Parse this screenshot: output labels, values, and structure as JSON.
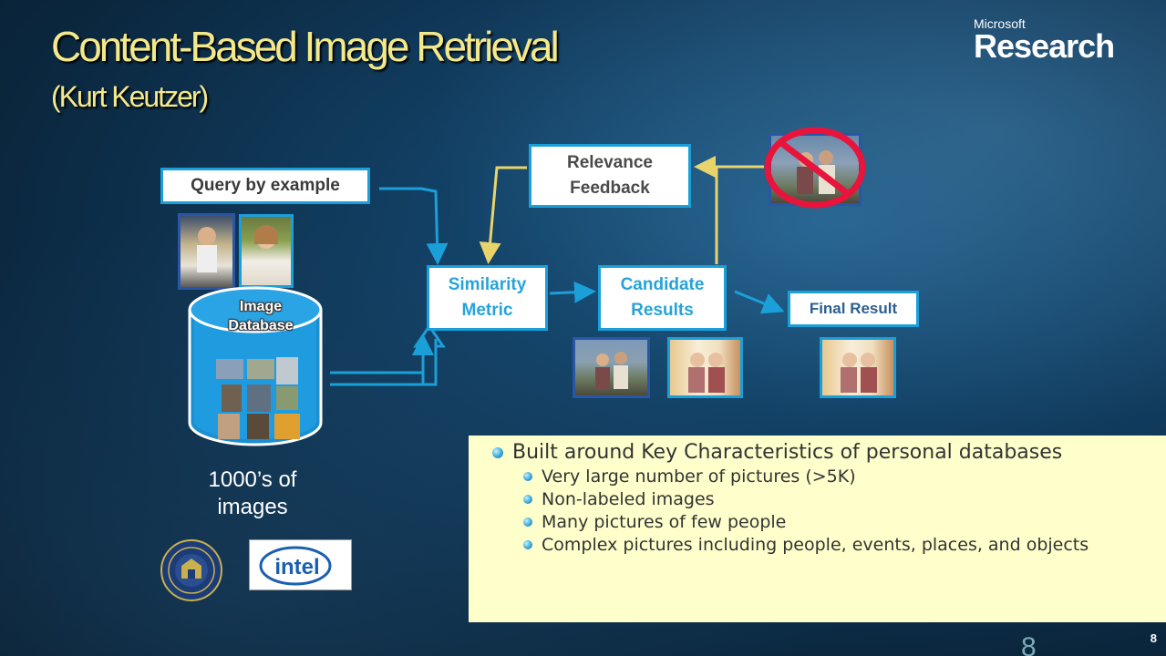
{
  "slide": {
    "title": "Content-Based Image Retrieval",
    "subtitle": "(Kurt Keutzer)",
    "page_number": "8",
    "watermark_number": "8"
  },
  "logo": {
    "company": "Microsoft",
    "division": "Research"
  },
  "diagram": {
    "query_label": "Query by example",
    "relevance_line1": "Relevance",
    "relevance_line2": "Feedback",
    "similarity_line1": "Similarity",
    "similarity_line2": "Metric",
    "candidate_line1": "Candidate",
    "candidate_line2": "Results",
    "final_label": "Final Result",
    "database_line1": "Image",
    "database_line2": "Database",
    "db_count_line1": "1000’s of",
    "db_count_line2": "images"
  },
  "bullets": {
    "main": "Built around Key Characteristics of personal databases",
    "items": [
      "Very large number of pictures (>5K)",
      "Non-labeled images",
      "Many pictures of few people",
      "Complex pictures including people, events, places, and objects"
    ]
  },
  "sponsors": {
    "intel": "intel"
  },
  "colors": {
    "title": "#f4e98a",
    "box_border": "#1b9fd8",
    "box_text_blue": "#27a3d9",
    "arrow_blue": "#1b9fd8",
    "arrow_yellow": "#e8d46a",
    "bullet_bg": "#ffffcc",
    "reject_red": "#e8143c"
  }
}
